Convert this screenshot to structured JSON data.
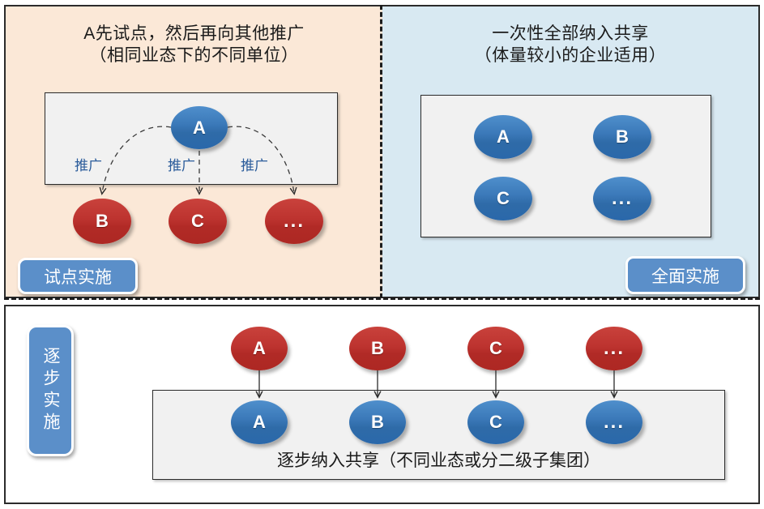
{
  "diagram": {
    "panels": {
      "pilot": {
        "title": "A先试点，然后再向其他推广\n（相同业态下的不同单位）",
        "badge": "试点实施",
        "background_color": "#fbe8d7",
        "source_node": "A",
        "target_nodes": [
          "B",
          "C",
          "..."
        ],
        "edge_labels": [
          "推广",
          "推广",
          "推广"
        ]
      },
      "full": {
        "title": "一次性全部纳入共享\n（体量较小的企业适用）",
        "badge": "全面实施",
        "background_color": "#d8e9f2",
        "nodes": [
          "A",
          "B",
          "C",
          "..."
        ]
      },
      "gradual": {
        "badge": "逐步实施",
        "caption": "逐步纳入共享（不同业态或分二级子集团）",
        "background_color": "#ffffff",
        "top_nodes": [
          "A",
          "B",
          "C",
          "..."
        ],
        "bottom_nodes": [
          "A",
          "B",
          "C",
          "..."
        ]
      }
    },
    "colors": {
      "blue_node": "#3b79b9",
      "red_node": "#bd332f",
      "badge_blue": "#5b8fc9",
      "label_blue": "#2b5c9b",
      "inner_box": "#f1f1f1"
    }
  }
}
